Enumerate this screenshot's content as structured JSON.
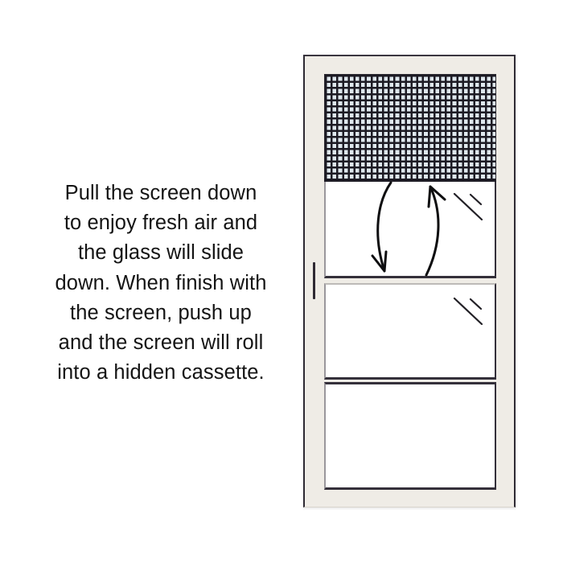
{
  "caption": {
    "lines": [
      "Pull the screen down",
      "to enjoy fresh air and",
      "the glass will slide",
      "down. When finish with",
      "the screen, push up",
      "and the screen will roll",
      "into a hidden cassette."
    ]
  },
  "diagram": {
    "subject": "Storm door with retractable screen",
    "parts": {
      "frame": "door-frame",
      "screen": "retractable-screen-mesh",
      "upper_glass": "upper-glass-panel",
      "middle_glass": "middle-glass-panel",
      "lower_panel": "lower-panel",
      "handle": "door-handle"
    },
    "arrows": [
      {
        "name": "arrow-down",
        "direction": "down",
        "meaning": "pull screen down"
      },
      {
        "name": "arrow-up",
        "direction": "up",
        "meaning": "push screen up"
      }
    ],
    "colors": {
      "frame": "#efece6",
      "frame_edge": "#2e2a33",
      "mesh_line": "#1d1b24",
      "mesh_cell": "#dfe8ee",
      "glass": "#ffffff",
      "text": "#141414"
    }
  }
}
